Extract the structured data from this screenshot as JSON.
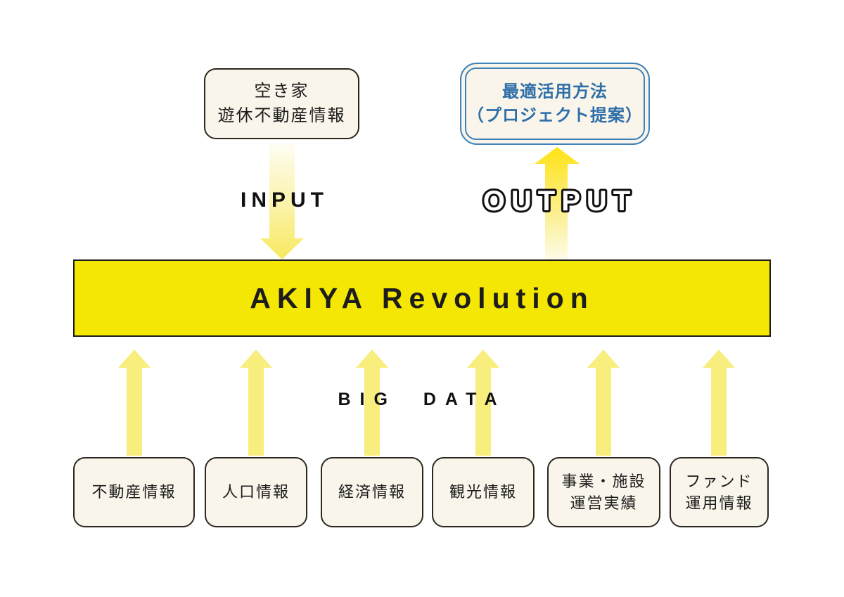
{
  "colors": {
    "bg": "#ffffff",
    "cream": "#faf5ea",
    "box-border": "#2b2822",
    "banner-yellow": "#f4e704",
    "banner-border": "#1c1c1c",
    "arrow-light": "#f8ee7d",
    "arrow-bright": "#ffe215",
    "arrow-bright-fade": "#fefbe9",
    "input-arrow-top": "#fefdf3",
    "input-arrow-bottom": "#f6e95e",
    "blue-border": "#4183b8",
    "blue-text": "#2e6fa9",
    "ink": "#1d1d1d"
  },
  "input_section": {
    "label": "INPUT",
    "source_box": {
      "lines": [
        "空き家",
        "遊休不動産情報"
      ]
    }
  },
  "output_section": {
    "label": "OUTPUT",
    "result_box": {
      "lines": [
        "最適活用方法",
        "（プロジェクト提案）"
      ]
    }
  },
  "banner": {
    "title": "AKIYA Revolution"
  },
  "big_data": {
    "label": "BIG DATA",
    "boxes": [
      {
        "lines": [
          "不動産情報"
        ]
      },
      {
        "lines": [
          "人口情報"
        ]
      },
      {
        "lines": [
          "経済情報"
        ]
      },
      {
        "lines": [
          "観光情報"
        ]
      },
      {
        "lines": [
          "事業・施設",
          "運営実績"
        ]
      },
      {
        "lines": [
          "ファンド",
          "運用情報"
        ]
      }
    ]
  }
}
